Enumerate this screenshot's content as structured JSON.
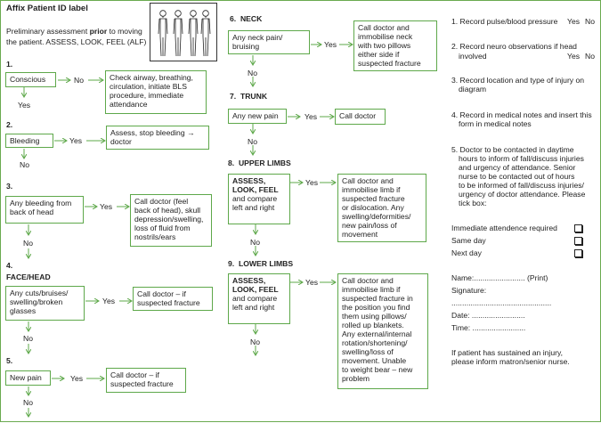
{
  "header": {
    "label": "Affix Patient ID label",
    "assessment_pre": "Preliminary assessment ",
    "assessment_bold": "prior",
    "assessment_post": " to moving",
    "assessment_line2": "the patient. ASSESS, LOOK, FEEL (ALF)"
  },
  "common": {
    "yes": "Yes",
    "no": "No"
  },
  "s1": {
    "num": "1.",
    "question": "Conscious",
    "no_action": [
      "Check airway, breathing,",
      "circulation, initiate BLS",
      "procedure, immediate",
      "attendance"
    ]
  },
  "s2": {
    "num": "2.",
    "question": "Bleeding",
    "yes_action": [
      "Assess, stop bleeding →",
      "doctor"
    ]
  },
  "s3": {
    "num": "3.",
    "question": [
      "Any bleeding from",
      "back of head"
    ],
    "yes_action": [
      "Call doctor (feel",
      "back of head), skull",
      "depression/swelling,",
      "loss of fluid from",
      "nostrils/ears"
    ]
  },
  "s4": {
    "num": "4.",
    "title": "FACE/HEAD",
    "question": [
      "Any cuts/bruises/",
      "swelling/broken",
      "glasses"
    ],
    "yes_action": [
      "Call doctor –  if",
      "suspected fracture"
    ]
  },
  "s5": {
    "num": "5.",
    "question": "New pain",
    "yes_action": [
      "Call doctor – if",
      "suspected fracture"
    ]
  },
  "s6": {
    "num": "6.",
    "title": "NECK",
    "question": [
      "Any neck pain/",
      "bruising"
    ],
    "yes_action": [
      "Call doctor and",
      "immobilise neck",
      "with two pillows",
      "either side if",
      "suspected fracture"
    ]
  },
  "s7": {
    "num": "7.",
    "title": "TRUNK",
    "question": "Any new pain",
    "yes_action": "Call doctor"
  },
  "s8": {
    "num": "8.",
    "title": "UPPER LIMBS",
    "question": [
      "ASSESS,",
      "LOOK, FEEL",
      "and compare",
      "left and right"
    ],
    "yes_action": [
      "Call doctor and",
      "immobilise limb if",
      "suspected fracture",
      "or dislocation. Any",
      "swelling/deformities/",
      "new pain/loss of",
      "movement"
    ]
  },
  "s9": {
    "num": "9.",
    "title": "LOWER LIMBS",
    "question": [
      "ASSESS,",
      "LOOK, FEEL",
      "and compare",
      "left and right"
    ],
    "yes_action": [
      "Call doctor and",
      "immobilise limb if",
      "suspected fracture in",
      "the position you find",
      "them using pillows/",
      "rolled up blankets.",
      "Any external/internal",
      "rotation/shortening/",
      "swelling/loss of",
      "movement. Unable",
      "to weight bear – new",
      "problem"
    ]
  },
  "right": {
    "r1": "1. Record pulse/blood pressure",
    "r1_yes": "Yes",
    "r1_no": "No",
    "r2a": "2. Record neuro observations if head",
    "r2b": "involved",
    "r2_yes": "Yes",
    "r2_no": "No",
    "r3": [
      "3. Record location and type of injury on",
      "diagram"
    ],
    "r4": [
      "4. Record in medical notes and insert this",
      "form in medical notes"
    ],
    "r5": [
      "5. Doctor to be contacted in daytime",
      "hours to inform of fall/discuss injuries",
      "and urgency of attendance. Senior",
      "nurse to be contacted out of hours",
      "to be informed of fall/discuss injuries/",
      "urgency of doctor attendance. Please",
      "tick box:"
    ],
    "tick_items": [
      "Immediate attendence required",
      "Same day",
      "Next day"
    ],
    "name": "Name:........................ (Print)",
    "signature": "Signature:",
    "sig_line": "...............................................",
    "date": "Date: .........................",
    "time": "Time: .........................",
    "footer": [
      "If patient has sustained an injury,",
      "please inform matron/senior nurse."
    ]
  }
}
